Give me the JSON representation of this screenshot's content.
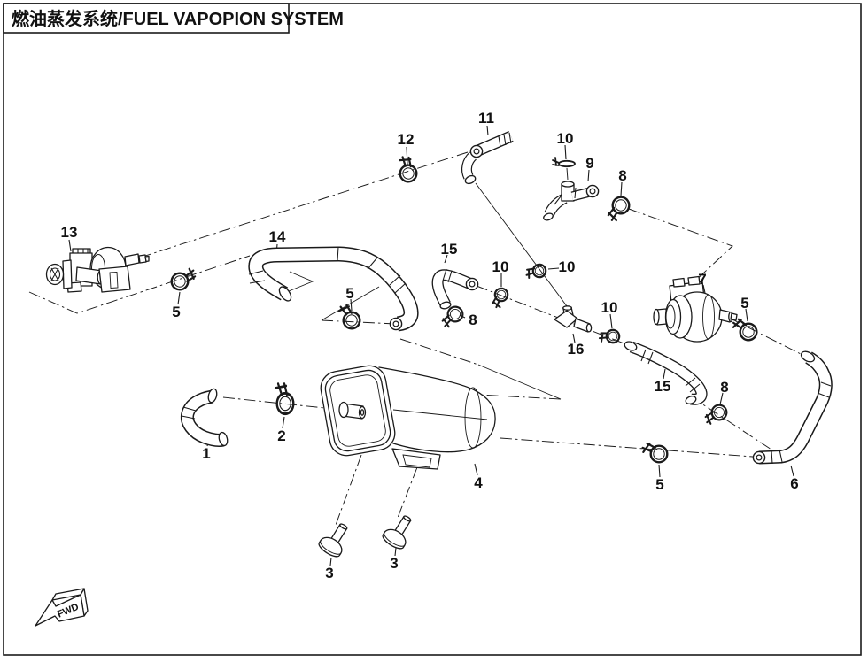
{
  "title": {
    "text": "燃油蒸发系统/FUEL VAPOPION SYSTEM"
  },
  "fwd_marker": {
    "label": "FWD"
  },
  "colors": {
    "line": "#1a1a1a",
    "background": "#ffffff"
  },
  "callouts": {
    "c1": {
      "label": "1"
    },
    "c2": {
      "label": "2"
    },
    "c3a": {
      "label": "3"
    },
    "c3b": {
      "label": "3"
    },
    "c4": {
      "label": "4"
    },
    "c5a": {
      "label": "5"
    },
    "c5b": {
      "label": "5"
    },
    "c5c": {
      "label": "5"
    },
    "c5d": {
      "label": "5"
    },
    "c6": {
      "label": "6"
    },
    "c7": {
      "label": "7"
    },
    "c8a": {
      "label": "8"
    },
    "c8b": {
      "label": "8"
    },
    "c8c": {
      "label": "8"
    },
    "c9": {
      "label": "9"
    },
    "c10a": {
      "label": "10"
    },
    "c10b": {
      "label": "10"
    },
    "c10c": {
      "label": "10"
    },
    "c10d": {
      "label": "10"
    },
    "c11": {
      "label": "11"
    },
    "c12": {
      "label": "12"
    },
    "c13": {
      "label": "13"
    },
    "c14": {
      "label": "14"
    },
    "c15a": {
      "label": "15"
    },
    "c15b": {
      "label": "15"
    },
    "c16": {
      "label": "16"
    }
  }
}
